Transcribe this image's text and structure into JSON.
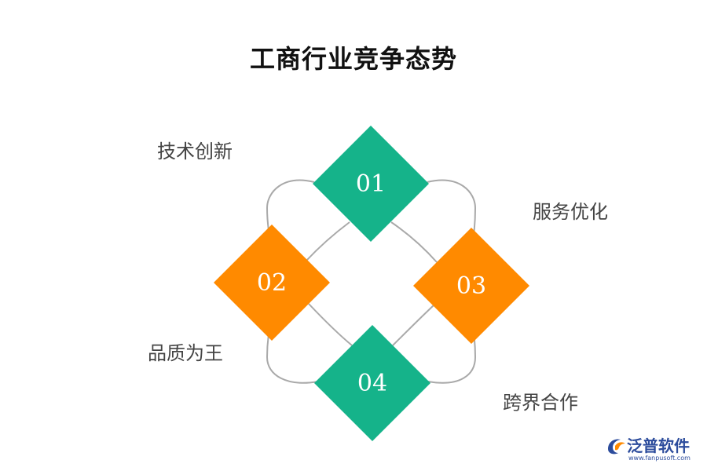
{
  "title": "工商行业竞争态势",
  "items": [
    {
      "number": "01",
      "label": "技术创新",
      "color": "#15b38a"
    },
    {
      "number": "02",
      "label": "品质为王",
      "color": "#ff8a00"
    },
    {
      "number": "03",
      "label": "服务优化",
      "color": "#ff8a00"
    },
    {
      "number": "04",
      "label": "跨界合作",
      "color": "#15b38a"
    }
  ],
  "brand": {
    "name": "泛普软件",
    "url": "www.fanpusoft.com",
    "logo_icon": "fanpu-logo-icon"
  },
  "colors": {
    "connector": "#a9a9a9",
    "green": "#15b38a",
    "orange": "#ff8a00"
  }
}
